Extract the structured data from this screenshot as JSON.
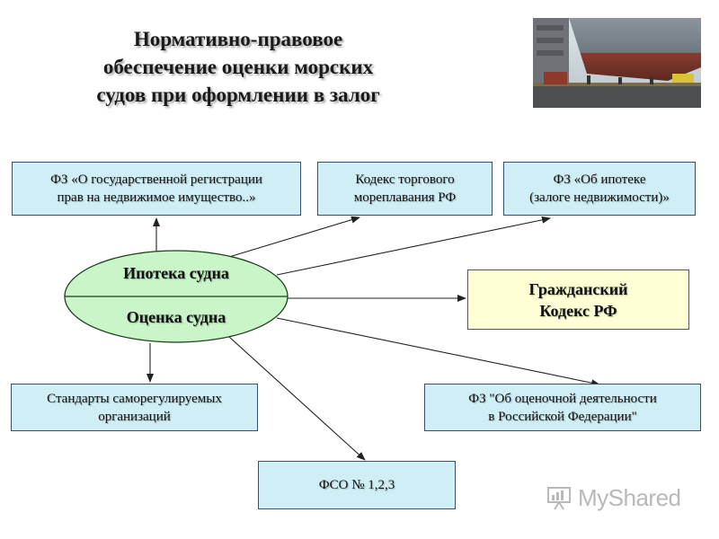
{
  "title": "Нормативно-правовое\nобеспечение оценки морских\nсудов при оформлении в залог",
  "ellipse": {
    "top_label": "Ипотека судна",
    "bottom_label": "Оценка судна"
  },
  "boxes": {
    "fz_registration": "ФЗ «О государственной регистрации\nправ на недвижимое имущество..»",
    "merchant_shipping_code": "Кодекс торгового\nмореплавания РФ",
    "fz_mortgage": "ФЗ «Об ипотеке\n(залоге недвижимости)»",
    "civil_code": "Гражданский\nКодекс РФ",
    "sro_standards": "Стандарты саморегулируемых\nорганизаций",
    "fz_valuation": "ФЗ \"Об оценочной деятельности\nв Российской Федерации\"",
    "fso": "ФСО № 1,2,3"
  },
  "watermark": {
    "text": "MyShared",
    "icon": "presentation-board-icon"
  },
  "colors": {
    "box_fill": "#cfeef5",
    "box_border": "#3a4f66",
    "ellipse_fill": "#c9f5c9",
    "civil_code_fill": "#ffffd6"
  }
}
